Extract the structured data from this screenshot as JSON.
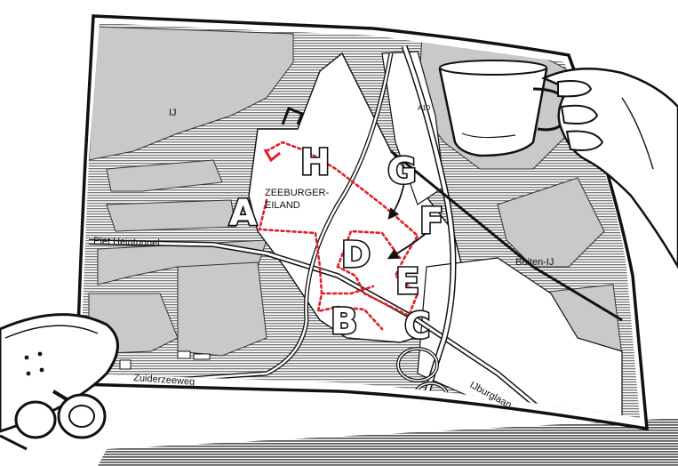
{
  "labels": {
    "water_ij": "IJ",
    "island_line1": "ZEEBURGER-",
    "island_line2": "EILAND",
    "tunnel": "Piet Heintunnel",
    "highway": "A10",
    "zuiderzeeweg": "Zuiderzeeweg",
    "ijburglaan": "IJburglaan",
    "buiten_ij": "Buiten-IJ"
  },
  "markers": [
    "A",
    "B",
    "C",
    "D",
    "E",
    "F",
    "G",
    "H"
  ],
  "colors": {
    "route": "#e0202a",
    "ink": "#111111",
    "water_hatch": "#555555",
    "land": "#ffffff",
    "grey_land": "#c9c9c9"
  },
  "icons": {
    "coffee_cup": "coffee-cup-in-hand",
    "skateboard": "skateboard",
    "arrow": "curved-arrow"
  }
}
